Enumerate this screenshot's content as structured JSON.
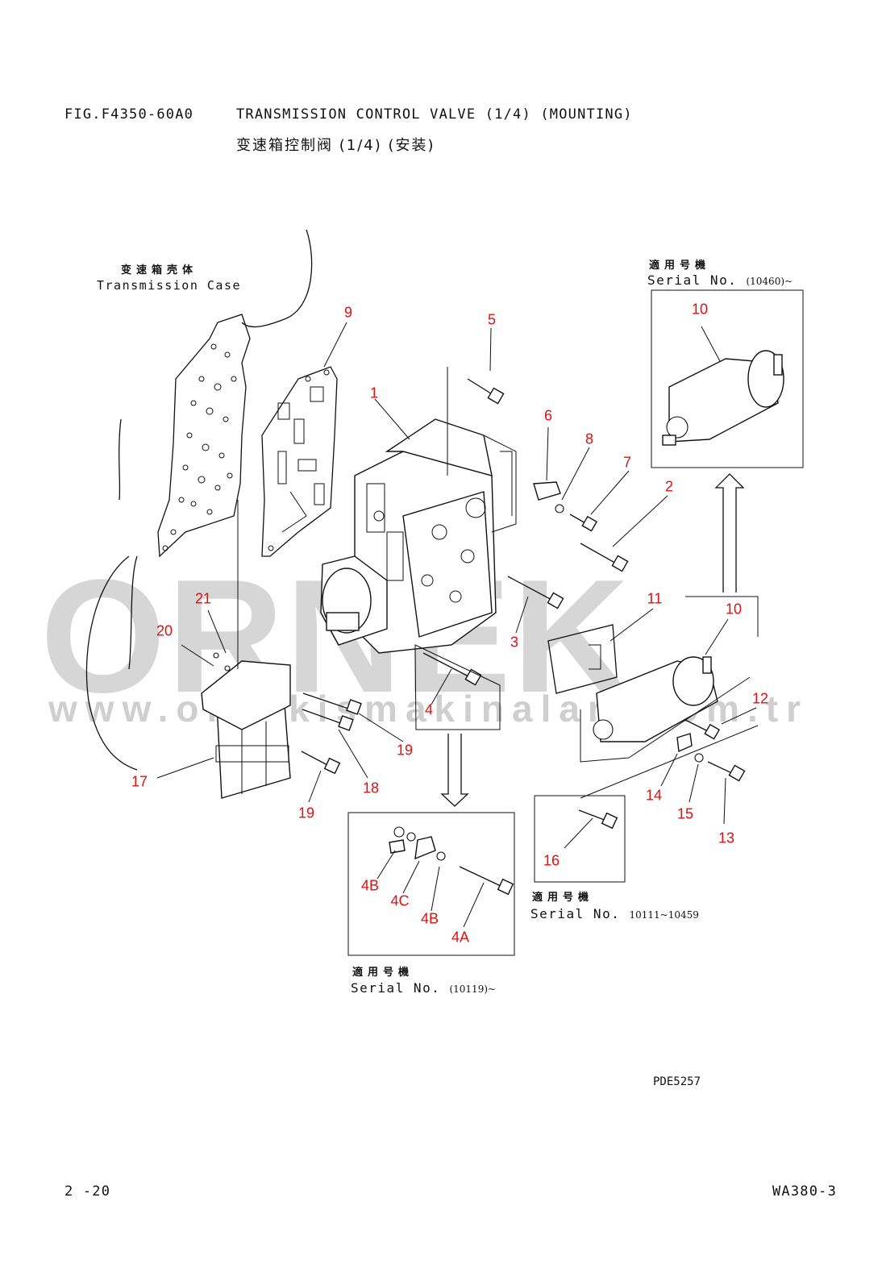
{
  "header": {
    "fig_label": "FIG.F4350-60A0",
    "title_en": "TRANSMISSION CONTROL VALVE (1/4) (MOUNTING)",
    "title_cn": "变速箱控制阀 (1/4) (安装)"
  },
  "case_label": {
    "cn": "变速箱壳体",
    "en": "Transmission Case"
  },
  "serial_boxes": [
    {
      "cn": "適用号機",
      "prefix": "Serial No.",
      "range": "(10460)~"
    },
    {
      "cn": "適用号機",
      "prefix": "Serial No.",
      "range": "10111~10459"
    },
    {
      "cn": "適用号機",
      "prefix": "Serial No.",
      "range": "(10119)~"
    }
  ],
  "callouts": [
    "1",
    "2",
    "3",
    "4",
    "5",
    "6",
    "7",
    "8",
    "9",
    "10",
    "10",
    "11",
    "12",
    "13",
    "14",
    "15",
    "16",
    "17",
    "18",
    "19",
    "19",
    "20",
    "21",
    "4A",
    "4B",
    "4B",
    "4C"
  ],
  "watermark": {
    "main": "ORNEK",
    "url": "www.ornekismakinalari.com.tr"
  },
  "ref_code": "PDE5257",
  "footer": {
    "page": "2 -20",
    "model": "WA380-3"
  },
  "colors": {
    "callout": "#e01010",
    "watermark": "#d6d6d6",
    "line": "#111111",
    "background": "#ffffff"
  }
}
